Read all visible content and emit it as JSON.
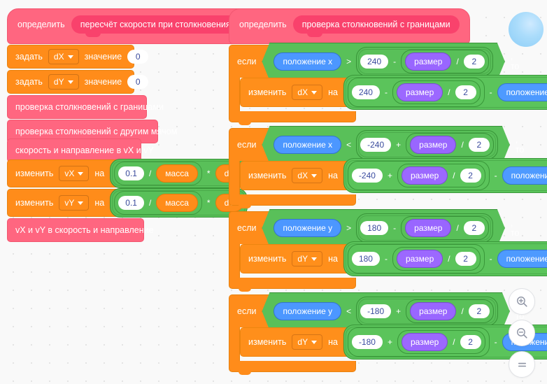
{
  "app": {
    "keywords": {
      "define": "определить",
      "set": "задать",
      "value": "значение",
      "change": "изменить",
      "by": "на",
      "if": "если",
      "then": ", то"
    },
    "operators": {
      "divide": "/",
      "multiply": "*",
      "minus": "-",
      "plus": "+",
      "gt": ">",
      "lt": "<"
    },
    "colors": {
      "variables": "#FF8C1A",
      "my_blocks": "#FF6680",
      "my_blocks_dark": "#F9426C",
      "operators": "#59C059",
      "motion": "#4C97FF",
      "looks": "#9966FF",
      "canvas": "#F9F9F9",
      "number_text": "#394A9C"
    }
  },
  "scripts": {
    "left": {
      "define_label": "определить",
      "procedure_name": "пересчёт скорости при столкновениях",
      "blocks": [
        {
          "type": "set",
          "kw": "задать",
          "variable": "dX",
          "value_label": "значение",
          "value": "0"
        },
        {
          "type": "set",
          "kw": "задать",
          "variable": "dY",
          "value_label": "значение",
          "value": "0"
        },
        {
          "type": "custom",
          "label": "проверка столкновений с границами"
        },
        {
          "type": "custom",
          "label": "проверка столкновений с другим мячом"
        },
        {
          "type": "custom",
          "label": "скорость и направление в vX и vY"
        },
        {
          "type": "change",
          "kw": "изменить",
          "variable": "vX",
          "by_label": "на",
          "expr": {
            "a": "0.1",
            "op1": "/",
            "b": "масса",
            "op2": "*",
            "c": "dX"
          }
        },
        {
          "type": "change",
          "kw": "изменить",
          "variable": "vY",
          "by_label": "на",
          "expr": {
            "a": "0.1",
            "op1": "/",
            "b": "масса",
            "op2": "*",
            "c": "dY"
          }
        },
        {
          "type": "custom",
          "label": "vX и vY в скорость и направление"
        }
      ]
    },
    "right": {
      "define_label": "определить",
      "procedure_name": "проверка столкновений с границами",
      "ifs": [
        {
          "if_label": "если",
          "then_label": ", то",
          "condition": {
            "left": "положение x",
            "cmp": ">",
            "num": "240",
            "op1": "-",
            "var": "размер",
            "op2": "/",
            "div": "2"
          },
          "body": {
            "kw": "изменить",
            "variable": "dX",
            "by_label": "на",
            "num": "240",
            "op1": "-",
            "var": "размер",
            "op2": "/",
            "div": "2",
            "op3": "-",
            "pos": "положение x"
          }
        },
        {
          "if_label": "если",
          "then_label": ", то",
          "condition": {
            "left": "положение x",
            "cmp": "<",
            "num": "-240",
            "op1": "+",
            "var": "размер",
            "op2": "/",
            "div": "2"
          },
          "body": {
            "kw": "изменить",
            "variable": "dX",
            "by_label": "на",
            "num": "-240",
            "op1": "+",
            "var": "размер",
            "op2": "/",
            "div": "2",
            "op3": "-",
            "pos": "положение x"
          }
        },
        {
          "if_label": "если",
          "then_label": ", то",
          "condition": {
            "left": "положение y",
            "cmp": ">",
            "num": "180",
            "op1": "-",
            "var": "размер",
            "op2": "/",
            "div": "2"
          },
          "body": {
            "kw": "изменить",
            "variable": "dY",
            "by_label": "на",
            "num": "180",
            "op1": "-",
            "var": "размер",
            "op2": "/",
            "div": "2",
            "op3": "-",
            "pos": "положение y"
          }
        },
        {
          "if_label": "если",
          "then_label": ", то",
          "condition": {
            "left": "положение y",
            "cmp": "<",
            "num": "-180",
            "op1": "+",
            "var": "размер",
            "op2": "/",
            "div": "2"
          },
          "body": {
            "kw": "изменить",
            "variable": "dY",
            "by_label": "на",
            "num": "-180",
            "op1": "+",
            "var": "размер",
            "op2": "/",
            "div": "2",
            "op3": "-",
            "pos": "положение y"
          }
        }
      ]
    }
  },
  "controls": {
    "zoom_in": "zoom-in-icon",
    "zoom_out": "zoom-out-icon",
    "zoom_reset": "zoom-reset-icon"
  },
  "sprite": {
    "name": "ball-sprite"
  }
}
